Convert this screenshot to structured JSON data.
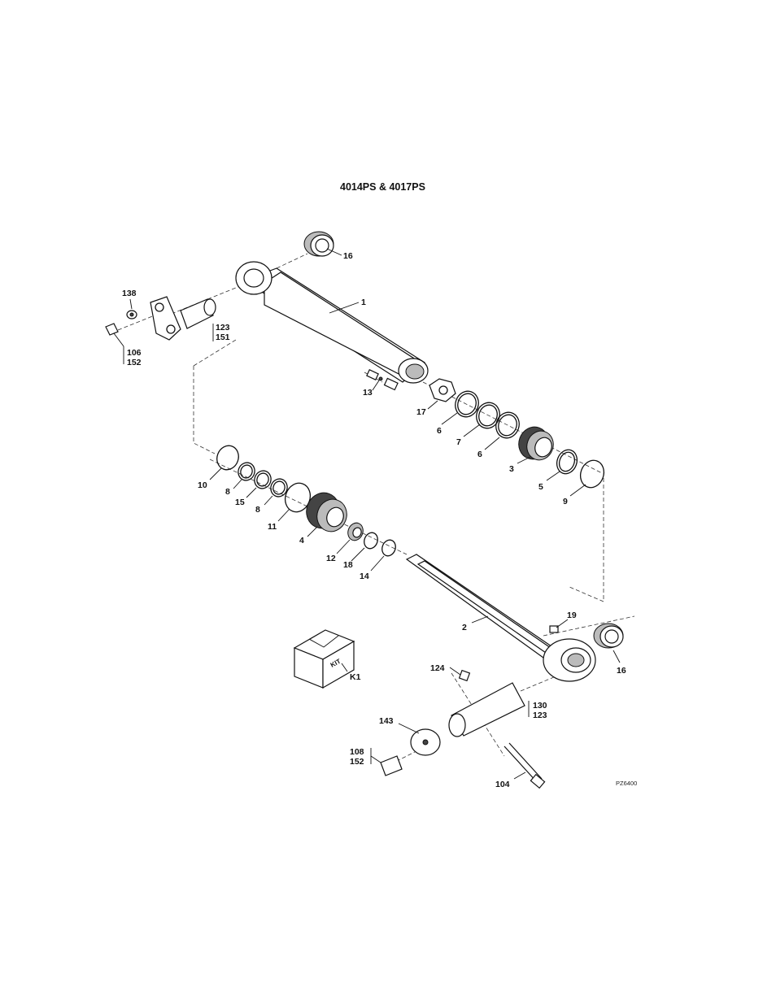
{
  "title": "4014PS & 4017PS",
  "drawing_code": "PZ6400",
  "kit_box_label": "KIT",
  "callouts": {
    "c1": "1",
    "c2": "2",
    "c3": "3",
    "c4": "4",
    "c5": "5",
    "c6a": "6",
    "c6b": "6",
    "c7": "7",
    "c8a": "8",
    "c8b": "8",
    "c9": "9",
    "c10": "10",
    "c11": "11",
    "c12": "12",
    "c13": "13",
    "c14": "14",
    "c15": "15",
    "c16a": "16",
    "c16b": "16",
    "c17": "17",
    "c18": "18",
    "c19": "19",
    "c104": "104",
    "c124": "124",
    "c138": "138",
    "c143": "143",
    "cK1": "K1",
    "g123a": "123",
    "g151": "151",
    "g106": "106",
    "g152a": "152",
    "g130": "130",
    "g123b": "123",
    "g108": "108",
    "g152b": "152"
  }
}
